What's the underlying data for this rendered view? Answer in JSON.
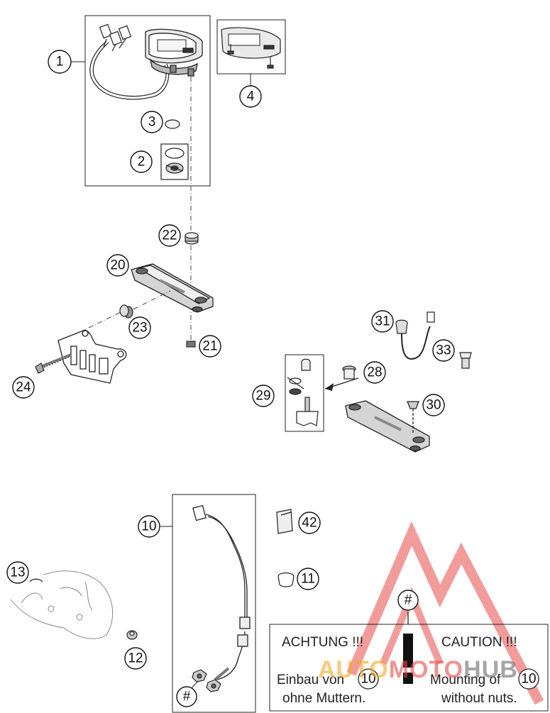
{
  "callouts": {
    "c1": "1",
    "c2": "2",
    "c3": "3",
    "c4": "4",
    "c10": "10",
    "c11": "11",
    "c12": "12",
    "c13": "13",
    "c20": "20",
    "c21": "21",
    "c22": "22",
    "c23": "23",
    "c24": "24",
    "c28": "28",
    "c29": "29",
    "c30": "30",
    "c31": "31",
    "c33": "33",
    "c42": "42",
    "hash_top": "#",
    "hash_bottom": "#"
  },
  "note": {
    "de_title": "ACHTUNG !!!",
    "en_title": "CAUTION !!!",
    "de_line1": "Einbau von",
    "de_ref": "10",
    "de_line2": "ohne Muttern.",
    "en_line1": "Mounting of",
    "en_ref": "10",
    "en_line2": "without nuts."
  },
  "watermark": {
    "part1": "AUTO",
    "part2": "MOTO",
    "part3": "HUB",
    "colors": {
      "red": "#e84a4a",
      "orange": "#f5a623",
      "gray": "#6b6b6b"
    }
  }
}
